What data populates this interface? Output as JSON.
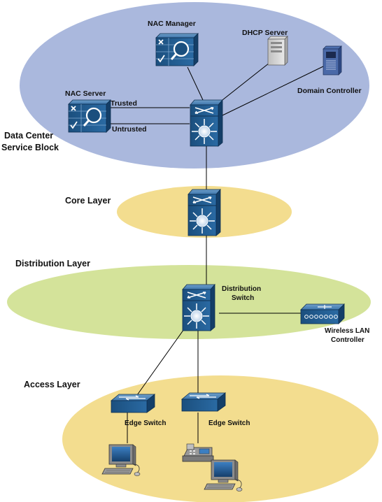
{
  "zones": {
    "datacenter": {
      "label_line1": "Data Center",
      "label_line2": "Service Block",
      "color": "#aab8dd"
    },
    "core": {
      "label": "Core Layer",
      "color": "#f3dd8f"
    },
    "distribution": {
      "label": "Distribution Layer",
      "color": "#d4e39a"
    },
    "access": {
      "label": "Access Layer",
      "color": "#f3dd8f"
    }
  },
  "devices": {
    "nac_manager": {
      "label": "NAC Manager",
      "icon": "nac-appliance-icon"
    },
    "dhcp_server": {
      "label": "DHCP Server",
      "icon": "server-icon"
    },
    "domain_controller": {
      "label": "Domain Controller",
      "icon": "server-tower-icon"
    },
    "nac_server": {
      "label": "NAC Server",
      "icon": "nac-appliance-icon"
    },
    "datacenter_switch": {
      "icon": "multilayer-switch-icon"
    },
    "core_switch": {
      "icon": "multilayer-switch-icon"
    },
    "distribution_switch": {
      "label_line1": "Distribution",
      "label_line2": "Switch",
      "icon": "multilayer-switch-icon"
    },
    "wlan_controller": {
      "label_line1": "Wireless LAN",
      "label_line2": "Controller",
      "icon": "wireless-controller-icon"
    },
    "edge_switch_1": {
      "label": "Edge Switch",
      "icon": "workgroup-switch-icon"
    },
    "edge_switch_2": {
      "label": "Edge Switch",
      "icon": "workgroup-switch-icon"
    },
    "pc_1": {
      "icon": "pc-icon"
    },
    "pc_2": {
      "icon": "pc-icon"
    },
    "ip_phone": {
      "icon": "ip-phone-icon"
    }
  },
  "links": {
    "trusted": "Trusted",
    "untrusted": "Untrusted"
  },
  "colors": {
    "device_blue": "#1e5b8e",
    "device_dark": "#123b63",
    "link": "#000000"
  }
}
